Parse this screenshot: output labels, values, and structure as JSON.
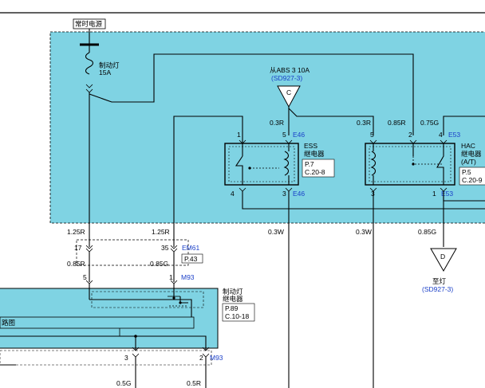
{
  "power_label": "常时电源",
  "fuse": {
    "name": "制动灯",
    "rating": "15A"
  },
  "abs_source": {
    "label": "从ABS 3 10A",
    "ref": "(SD927-3)",
    "connector": "C"
  },
  "ess_relay": {
    "name": "ESS",
    "type": "继电器",
    "page": "P.7",
    "coord": "C.20-8",
    "pins": {
      "p1": "1",
      "p5": "5",
      "p4": "4",
      "p3": "3"
    },
    "conn_top": "E46",
    "conn_bottom": "E46",
    "wire_in": "0.3R"
  },
  "hac_relay": {
    "name": "HAC",
    "type": "继电器",
    "variant": "(A/T)",
    "page": "P.5",
    "coord": "C.20-9",
    "pins": {
      "p5": "5",
      "p2": "2",
      "p4": "4",
      "p3": "3",
      "p1": "1"
    },
    "conn_top": "E53",
    "conn_bottom": "E53",
    "wires_in": [
      "0.3R",
      "0.85R",
      "0.75G"
    ]
  },
  "em61": {
    "connector": "EM61",
    "page": "P.43",
    "pins": {
      "left": "17",
      "right": "35"
    },
    "wires_top": [
      "1.25R",
      "1.25R"
    ],
    "wires_bottom": [
      "0.85R",
      "0.85G"
    ]
  },
  "mid_wires": [
    "0.3W",
    "0.3W",
    "0.85G"
  ],
  "stop_lamp": {
    "connector": "D",
    "name": "至灯",
    "ref": "(SD927-3)"
  },
  "brake_relay": {
    "name": "制动灯",
    "type": "继电器",
    "page": "P.89",
    "coord": "C.10-18",
    "connector_top": "M93",
    "connector_bottom": "M93",
    "pins_top": {
      "left": "5",
      "right": "1"
    },
    "pins_bottom": {
      "left": "3",
      "right": "2"
    },
    "partial_label": "路图"
  },
  "bottom_wires": [
    "0.5G",
    "0.5R"
  ],
  "colors": {
    "panel": "#7fd3e3",
    "link": "#1a3fc8",
    "wire": "#000000"
  }
}
